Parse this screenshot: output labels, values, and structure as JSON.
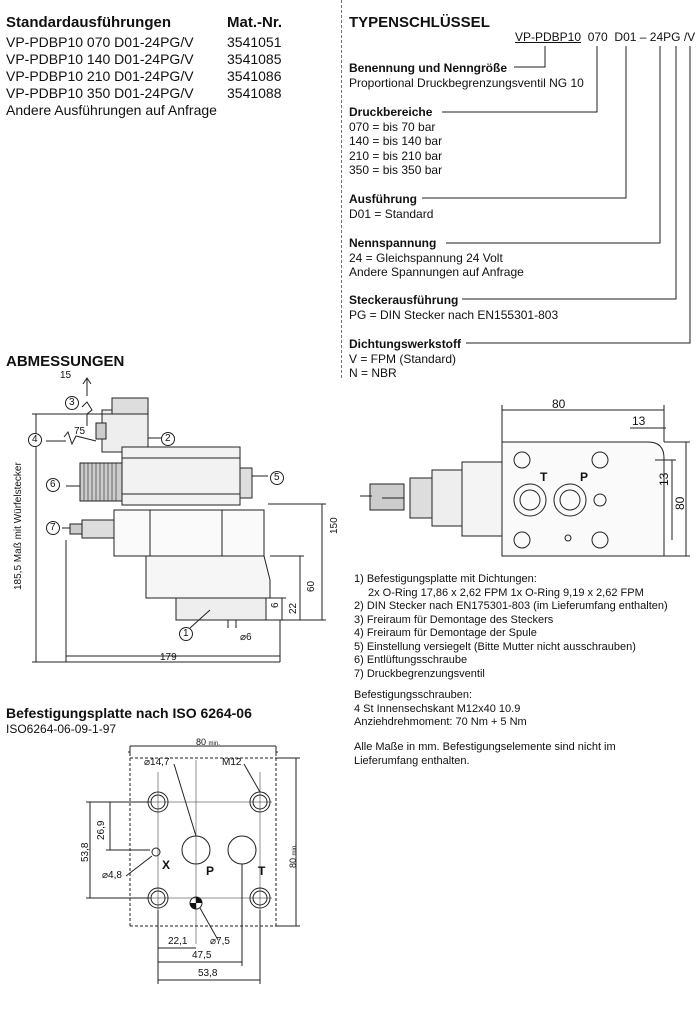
{
  "standard": {
    "title": "Standardausführungen",
    "matnr_title": "Mat.-Nr.",
    "rows": [
      {
        "model": "VP-PDBP10 070 D01-24PG/V",
        "nr": "3541051"
      },
      {
        "model": "VP-PDBP10 140 D01-24PG/V",
        "nr": "3541085"
      },
      {
        "model": "VP-PDBP10 210 D01-24PG/V",
        "nr": "3541086"
      },
      {
        "model": "VP-PDBP10 350 D01-24PG/V",
        "nr": "3541088"
      }
    ],
    "note": "Andere Ausführungen auf Anfrage"
  },
  "typecode": {
    "title": "TYPENSCHLÜSSEL",
    "code_parts": [
      "VP-PDBP10",
      "070",
      "D01",
      "–",
      "24PG",
      "/V"
    ],
    "sections": [
      {
        "heading": "Benennung und Nenngröße",
        "lines": [
          "Proportional Druckbegrenzungsventil NG 10"
        ]
      },
      {
        "heading": "Druckbereiche",
        "lines": [
          "070 = bis 70 bar",
          "140 = bis 140 bar",
          "210 = bis 210 bar",
          "350 = bis 350 bar"
        ]
      },
      {
        "heading": "Ausführung",
        "lines": [
          "D01 = Standard"
        ]
      },
      {
        "heading": "Nennspannung",
        "lines": [
          "24 = Gleichspannung 24 Volt",
          "Andere Spannungen auf Anfrage"
        ]
      },
      {
        "heading": "Steckerausführung",
        "lines": [
          "PG = DIN Stecker nach EN155301-803"
        ]
      },
      {
        "heading": "Dichtungswerkstoff",
        "lines": [
          "V = FPM (Standard)",
          "N = NBR"
        ]
      }
    ]
  },
  "dimensions": {
    "title": "ABMESSUNGEN",
    "left_view": {
      "vertical_note": "185,5 Maß mit Würfelstecker",
      "labels": [
        "15",
        "75",
        "150",
        "60",
        "6",
        "22",
        "179",
        "⌀6"
      ],
      "callouts": [
        "1",
        "2",
        "3",
        "4",
        "5",
        "6",
        "7"
      ]
    },
    "right_view": {
      "labels": [
        "80",
        "13",
        "13",
        "80",
        "T",
        "P"
      ]
    },
    "legend": [
      "1) Befestigungsplatte mit Dichtungen:",
      "2x O-Ring 17,86 x 2,62 FPM    1x  O-Ring 9,19 x 2,62 FPM",
      "2) DIN Stecker nach EN175301-803 (im Lieferumfang enthalten)",
      "3) Freiraum für Demontage des Steckers",
      "4) Freiraum für Demontage der Spule",
      "5) Einstellung versiegelt (Bitte Mutter nicht ausschrauben)",
      "6) Entlüftungsschraube",
      "7) Druckbegrenzungsventil"
    ],
    "screws": [
      "Befestigungsschrauben:",
      "4 St Innensechskant M12x40 10.9",
      "Anziehdrehmoment: 70 Nm + 5 Nm"
    ],
    "note": [
      "Alle Maße in mm. Befestigungselemente sind nicht im",
      "Lieferumfang enthalten."
    ]
  },
  "plate": {
    "title": "Befestigungsplatte nach ISO 6264-06",
    "subtitle": "ISO6264-06-09-1-97",
    "top_dim": "80",
    "top_dim_sub": "min.",
    "right_dim": "80",
    "right_dim_sub": "min.",
    "labels": [
      "⌀14,7",
      "M12",
      "26,9",
      "53,8",
      "⌀4,8",
      "X",
      "P",
      "T",
      "22,1",
      "⌀7,5",
      "47,5",
      "53,8"
    ]
  }
}
